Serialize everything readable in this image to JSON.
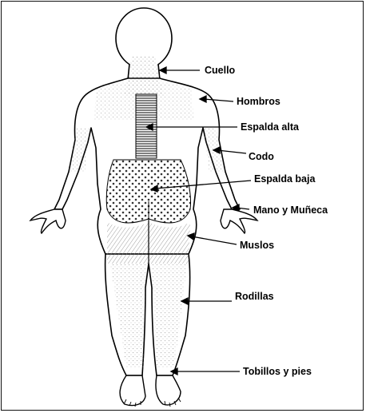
{
  "diagram": {
    "subject": "posterior-human-body-outline",
    "labels": [
      {
        "id": "cuello",
        "text": "Cuello"
      },
      {
        "id": "hombros",
        "text": "Hombros"
      },
      {
        "id": "espalda-alta",
        "text": "Espalda alta"
      },
      {
        "id": "codo",
        "text": "Codo"
      },
      {
        "id": "espalda-baja",
        "text": "Espalda baja"
      },
      {
        "id": "mano-muneca",
        "text": "Mano y Muñeca"
      },
      {
        "id": "muslos",
        "text": "Muslos"
      },
      {
        "id": "rodillas",
        "text": "Rodillas"
      },
      {
        "id": "tobillos-pies",
        "text": "Tobillos y pies"
      }
    ],
    "colors": {
      "line": "#000000",
      "background": "#ffffff",
      "shading": "#666666"
    }
  }
}
